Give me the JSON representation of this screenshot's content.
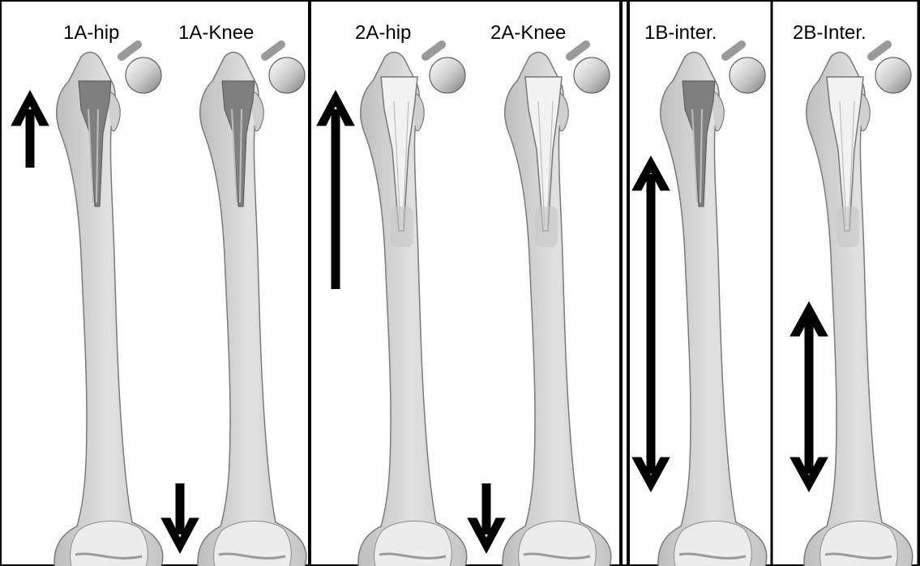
{
  "labels": {
    "hip_1a": "1A-hip",
    "knee_1a": "1A-Knee",
    "hip_2a": "2A-hip",
    "knee_2a": "2A-Knee",
    "inter_1b": "1B-inter.",
    "inter_2b": "2B-Inter."
  },
  "figures": [
    {
      "id": "1a-hip",
      "stem": "1"
    },
    {
      "id": "1a-knee",
      "stem": "1"
    },
    {
      "id": "2a-hip",
      "stem": "2"
    },
    {
      "id": "2a-knee",
      "stem": "2"
    },
    {
      "id": "1b-inter",
      "stem": "1"
    },
    {
      "id": "2b-inter",
      "stem": "2"
    }
  ],
  "arrows": [
    {
      "id": "arrow-1a-hip",
      "direction": "up"
    },
    {
      "id": "arrow-1a-knee",
      "direction": "down"
    },
    {
      "id": "arrow-2a-hip",
      "direction": "up"
    },
    {
      "id": "arrow-2a-knee",
      "direction": "down"
    },
    {
      "id": "arrow-1b-inter",
      "direction": "both"
    },
    {
      "id": "arrow-2b-inter",
      "direction": "both"
    }
  ],
  "colors": {
    "bone": "#d4d4d4",
    "bone_outline": "#7a7a7a",
    "stem_dark": "#7f7f7f",
    "stem_light": "#f2f2f2",
    "arrow": "#000000",
    "panel_border": "#000000"
  }
}
